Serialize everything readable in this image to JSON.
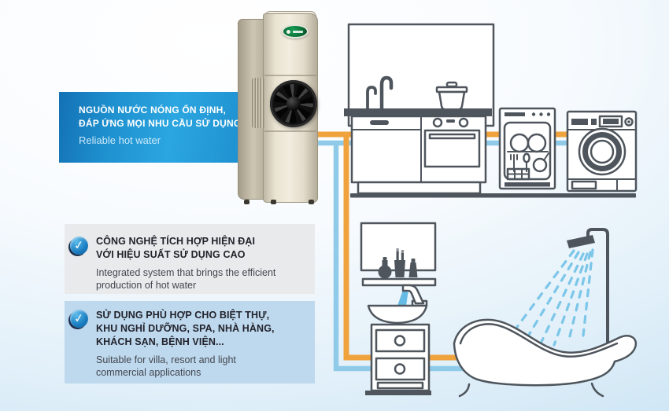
{
  "banner": {
    "heading_lines": [
      "NGUỒN NƯỚC NÓNG ỔN ĐỊNH,",
      "ĐÁP ỨNG MỌI NHU CẦU SỬ DỤNG"
    ],
    "subtext": "Reliable hot water"
  },
  "features": [
    {
      "heading_lines": [
        "CÔNG NGHỆ TÍCH HỢP HIỆN ĐẠI",
        "VỚI HIỆU SUẤT SỬ DỤNG CAO"
      ],
      "subtext_lines": [
        "Integrated system that brings the efficient",
        "production of hot water"
      ]
    },
    {
      "heading_lines": [
        "SỬ DỤNG PHÙ HỢP CHO BIỆT THỰ,",
        "KHU NGHỈ DƯỠNG, SPA, NHÀ HÀNG,",
        "KHÁCH SẠN, BỆNH VIỆN..."
      ],
      "subtext_lines": [
        "Suitable for villa, resort and light",
        "commercial applications"
      ]
    }
  ],
  "icons": {
    "check": "✓"
  },
  "diagram": {
    "pipes": [
      "hot-water-pipe",
      "cold-water-pipe"
    ],
    "kitchen_items": [
      "wall-panel",
      "sink-faucets",
      "cooking-pot",
      "oven",
      "cabinet",
      "dishwasher",
      "washing-machine"
    ],
    "bathroom_items": [
      "mirror",
      "toiletries",
      "shelf",
      "wash-basin",
      "sink-faucet",
      "vanity-cabinet",
      "shower",
      "bathtub"
    ]
  },
  "colors": {
    "pipe_hot": "#f0a23c",
    "pipe_cold": "#8fcbe9",
    "outline": "#4e555c",
    "spray": "#7cc6e9",
    "water_stream": "#4fb0e0",
    "banner_top": "#2ba6e0",
    "banner_mid": "#1e90cf",
    "banner_deep": "#1371b4",
    "gray_bg": "#e8eaec",
    "blue_bg": "#bed8ee",
    "heading_text": "#22232b",
    "body_text": "#43474e",
    "check_core": "#1b7fc2",
    "check_shadow": "#1c2f4e",
    "logo_green": "#0b6b35"
  }
}
